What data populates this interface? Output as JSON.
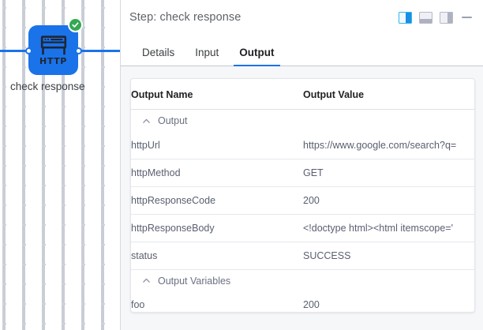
{
  "canvas": {
    "node": {
      "icon_label": "HTTP",
      "caption": "check response",
      "status_icon": "check-circle-icon",
      "color": "#1a73e8",
      "status_color": "#34a853"
    }
  },
  "panel": {
    "header": {
      "title": "Step: check response",
      "actions": [
        {
          "icon": "dock-right-panel-icon",
          "active": true
        },
        {
          "icon": "dock-bottom-panel-icon",
          "active": false
        },
        {
          "icon": "dock-left-panel-icon",
          "active": false
        },
        {
          "icon": "minimize-icon",
          "active": false
        }
      ]
    },
    "tabs": [
      {
        "label": "Details",
        "active": false
      },
      {
        "label": "Input",
        "active": false
      },
      {
        "label": "Output",
        "active": true
      }
    ],
    "table": {
      "headers": {
        "name": "Output Name",
        "value": "Output Value"
      },
      "groups": [
        {
          "label": "Output",
          "expanded": true,
          "chevron": "chevron-up-icon",
          "rows": [
            {
              "name": "httpUrl",
              "value": "https://www.google.com/search?q="
            },
            {
              "name": "httpMethod",
              "value": "GET"
            },
            {
              "name": "httpResponseCode",
              "value": "200"
            },
            {
              "name": "httpResponseBody",
              "value": "<!doctype html><html itemscope='"
            },
            {
              "name": "status",
              "value": "SUCCESS"
            }
          ]
        },
        {
          "label": "Output Variables",
          "expanded": true,
          "chevron": "chevron-up-icon",
          "rows": [
            {
              "name": "foo",
              "value": "200"
            }
          ]
        }
      ]
    }
  },
  "colors": {
    "accent": "#1a73e8",
    "success": "#34a853",
    "panel_bg": "#f6f7f9",
    "text": "#3c4043",
    "muted": "#5f6368"
  }
}
